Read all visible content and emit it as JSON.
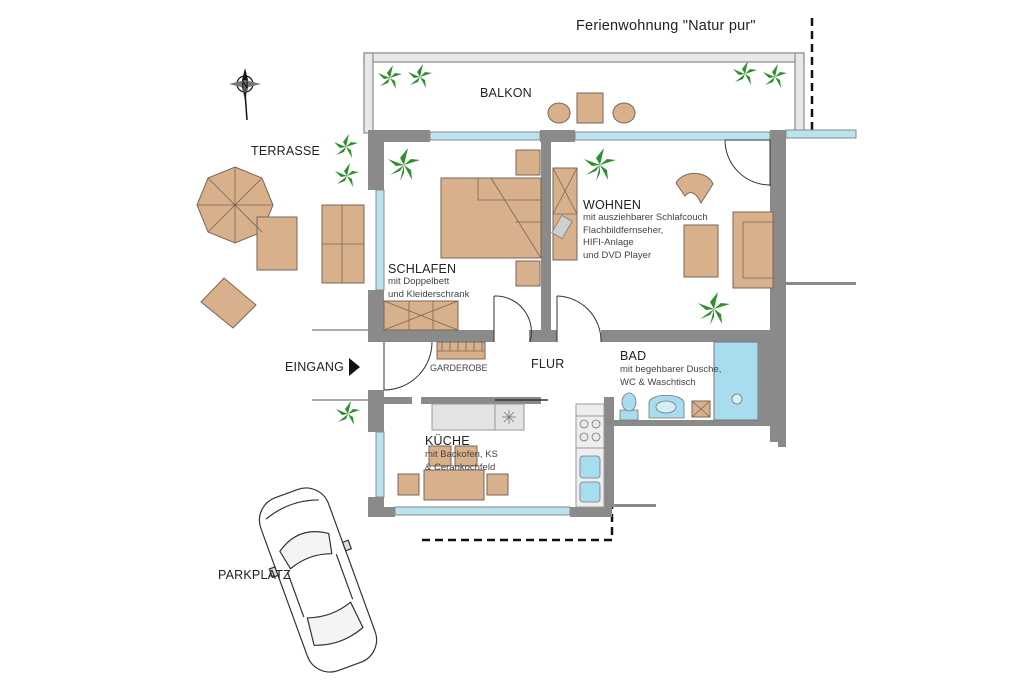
{
  "title": "Ferienwohnung \"Natur pur\"",
  "compass": "N",
  "rooms": {
    "balkon": "BALKON",
    "terrasse": "TERRASSE",
    "schlafen": {
      "name": "SCHLAFEN",
      "desc": "mit Doppelbett\nund Kleiderschrank"
    },
    "wohnen": {
      "name": "WOHNEN",
      "desc": "mit ausziehbarer Schlafcouch\nFlachbildfernseher,\nHIFI-Anlage\nund DVD Player"
    },
    "eingang": "EINGANG",
    "garderobe": "GARDEROBE",
    "flur": "FLUR",
    "bad": {
      "name": "BAD",
      "desc": "mit begehbarer Dusche,\nWC & Waschtisch"
    },
    "kueche": {
      "name": "KÜCHE",
      "desc": "mit Backofen, KS\n& Cerankochfeld"
    },
    "parkplatz": "PARKPLATZ"
  },
  "colors": {
    "wall": "#8a8a8a",
    "furniture": "#d9b08c",
    "furniture_stroke": "#7a6656",
    "plant": "#2f8f2f",
    "shower": "#a8dcef",
    "window": "#b8e3ef",
    "counter": "#e3e3e3"
  }
}
